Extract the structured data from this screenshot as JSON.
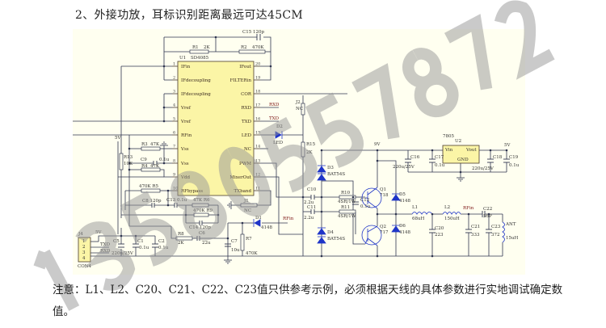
{
  "heading": "2、外接功放，耳标识别距离最远可达45CM",
  "note": "注意：L1、L2、C20、C21、C22、C23值只供参考示例，必须根据天线的具体参数进行实地调试确定数值。",
  "watermark": "13580557872",
  "schematic": {
    "ic": {
      "ref": "U1",
      "part": "SD4085",
      "left_pins": [
        {
          "n": "1",
          "name": "IFin"
        },
        {
          "n": "2",
          "name": "IFdecoupling"
        },
        {
          "n": "3",
          "name": "IFdecoupling"
        },
        {
          "n": "4",
          "name": "Vref"
        },
        {
          "n": "5",
          "name": "Vref"
        },
        {
          "n": "6",
          "name": "RFin"
        },
        {
          "n": "7",
          "name": "Vss"
        },
        {
          "n": "8",
          "name": "Vss"
        },
        {
          "n": "9",
          "name": "Vdd"
        },
        {
          "n": "10",
          "name": "RFbypass"
        }
      ],
      "right_pins": [
        {
          "n": "20",
          "name": "IFout"
        },
        {
          "n": "19",
          "name": "FILTERin"
        },
        {
          "n": "18",
          "name": "COR"
        },
        {
          "n": "17",
          "name": "RXD"
        },
        {
          "n": "16",
          "name": "TXD"
        },
        {
          "n": "15",
          "name": "LED"
        },
        {
          "n": "14",
          "name": "NC"
        },
        {
          "n": "13",
          "name": "PWM"
        },
        {
          "n": "12",
          "name": "MixerOut"
        },
        {
          "n": "11",
          "name": "TXband"
        }
      ]
    },
    "labels": {
      "r1": "R1",
      "r1v": "2K",
      "r2": "R2",
      "r2v": "470K",
      "c15": "C15 120p",
      "v5a": "5V",
      "r13": "R13",
      "r13v": "10K",
      "r3": "R3",
      "r3v": "47K",
      "c9": "C9",
      "c9v": "0.1u",
      "r4": "R4",
      "r4v": "47K",
      "r5": "470K R5",
      "c8": "C8 120p",
      "c13": "C13 0.1u",
      "r6": "47K R6",
      "r9": "470K R9",
      "c14": "C14 120p",
      "j1": "J1",
      "j1v": "NC",
      "d1": "D1",
      "d1v": "4148",
      "rfin1": "RFin",
      "r8": "R8",
      "r8v": "2K",
      "c6": "C6",
      "c6v": "22u",
      "c7": "C7",
      "c7v": "10u",
      "r7": "R7",
      "r7v": "470K",
      "j4": "J4",
      "con4": "CON4",
      "v5b": "5V",
      "txd": "TXD",
      "rxd": "RXD",
      "c5": "C5",
      "c5v": "220u/25V",
      "c1": "C1",
      "c1v": "0.1u",
      "c2": "C2",
      "c2v": "0.1u",
      "rxdnet": "RXD",
      "txdnet": "TXD",
      "d2": "D2",
      "led": "LED",
      "r15": "R15",
      "r15v": "2K",
      "j2": "J2",
      "j2v": "NC",
      "v9": "9V",
      "d3": "D3",
      "d3v": "BAT54S",
      "c10": "C10",
      "c10v": "2.2u",
      "c11": "C11",
      "c11v": "2.2u",
      "r10": "R10",
      "r10v": "4SR/1W",
      "r11": "R11",
      "r11v": "4SR/1W",
      "c12": "C12",
      "c12v": "0.1u",
      "q1": "Q1",
      "q1v": "718",
      "q2": "Q2",
      "q2v": "717",
      "d5": "D5",
      "d5v": "4148",
      "d6": "D6",
      "d6v": "4148",
      "d4": "D4",
      "d4v": "BAT54S",
      "l1": "L1",
      "l1v": "68uH",
      "l2": "L2",
      "l2v": "150uH",
      "c20": "C20",
      "c20v": "223",
      "rfin2": "RFin",
      "c22": "C22",
      "c22v": "56P",
      "c21": "C21",
      "c21v": "333",
      "c23": "C23",
      "c23v": "372",
      "ant": "ANT",
      "antv": "15uH",
      "reg": "7805",
      "u2": "U2",
      "vin": "Vin",
      "vout": "Vout",
      "gnd": "GND",
      "c16": "C16",
      "c16v": "220u/25V",
      "c17": "C17",
      "c17v": "0.1u",
      "c18": "C18",
      "c18v": "220u/25V",
      "c19": "C19",
      "c19v": "0.1u",
      "v5c": "5V"
    }
  }
}
